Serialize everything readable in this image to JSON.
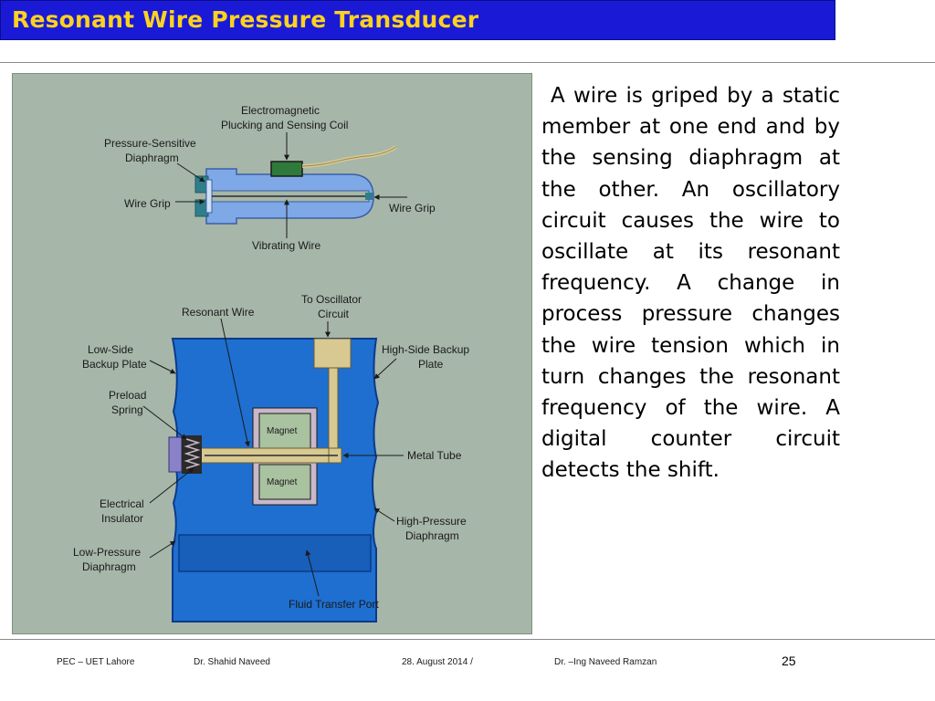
{
  "slide": {
    "title": "Resonant Wire Pressure Transducer",
    "description": "A wire is griped by a static member at one end and by the sensing diaphragm at the other. An oscillatory circuit causes the wire to oscillate at its resonant frequency. A change in process pressure changes the wire tension which in turn changes the resonant frequency of the wire. A digital counter circuit detects the shift."
  },
  "diagram": {
    "labels": {
      "coil_line1": "Electromagnetic",
      "coil_line2": "Plucking and Sensing Coil",
      "psd_line1": "Pressure-Sensitive",
      "psd_line2": "Diaphragm",
      "wire_grip_left": "Wire Grip",
      "wire_grip_right": "Wire Grip",
      "vibrating_wire": "Vibrating Wire",
      "resonant_wire": "Resonant Wire",
      "osc_line1": "To Oscillator",
      "osc_line2": "Circuit",
      "low_backup_line1": "Low-Side",
      "low_backup_line2": "Backup Plate",
      "high_backup_line1": "High-Side Backup",
      "high_backup_line2": "Plate",
      "preload_line1": "Preload",
      "preload_line2": "Spring",
      "magnet_top": "Magnet",
      "magnet_bottom": "Magnet",
      "metal_tube": "Metal Tube",
      "insulator_line1": "Electrical",
      "insulator_line2": "Insulator",
      "hp_diaphragm_line1": "High-Pressure",
      "hp_diaphragm_line2": "Diaphragm",
      "lp_diaphragm_line1": "Low-Pressure",
      "lp_diaphragm_line2": "Diaphragm",
      "fluid_port": "Fluid Transfer Port"
    },
    "colors": {
      "background": "#a6b6a9",
      "body_blue": "#1e6fd0",
      "light_blue": "#7fa8e6",
      "tan": "#d8c891",
      "magnet_green": "#a9c2a0",
      "insulator_purple": "#8a82c8"
    }
  },
  "footer": {
    "institution": "PEC – UET Lahore",
    "author": "Dr. Shahid Naveed",
    "date": "28. August 2014 /",
    "coauthor": "Dr. –Ing Naveed Ramzan",
    "page_number": "25"
  },
  "theme": {
    "title_bar_color": "#1a1ad6",
    "title_text_color": "#ffd21e"
  }
}
